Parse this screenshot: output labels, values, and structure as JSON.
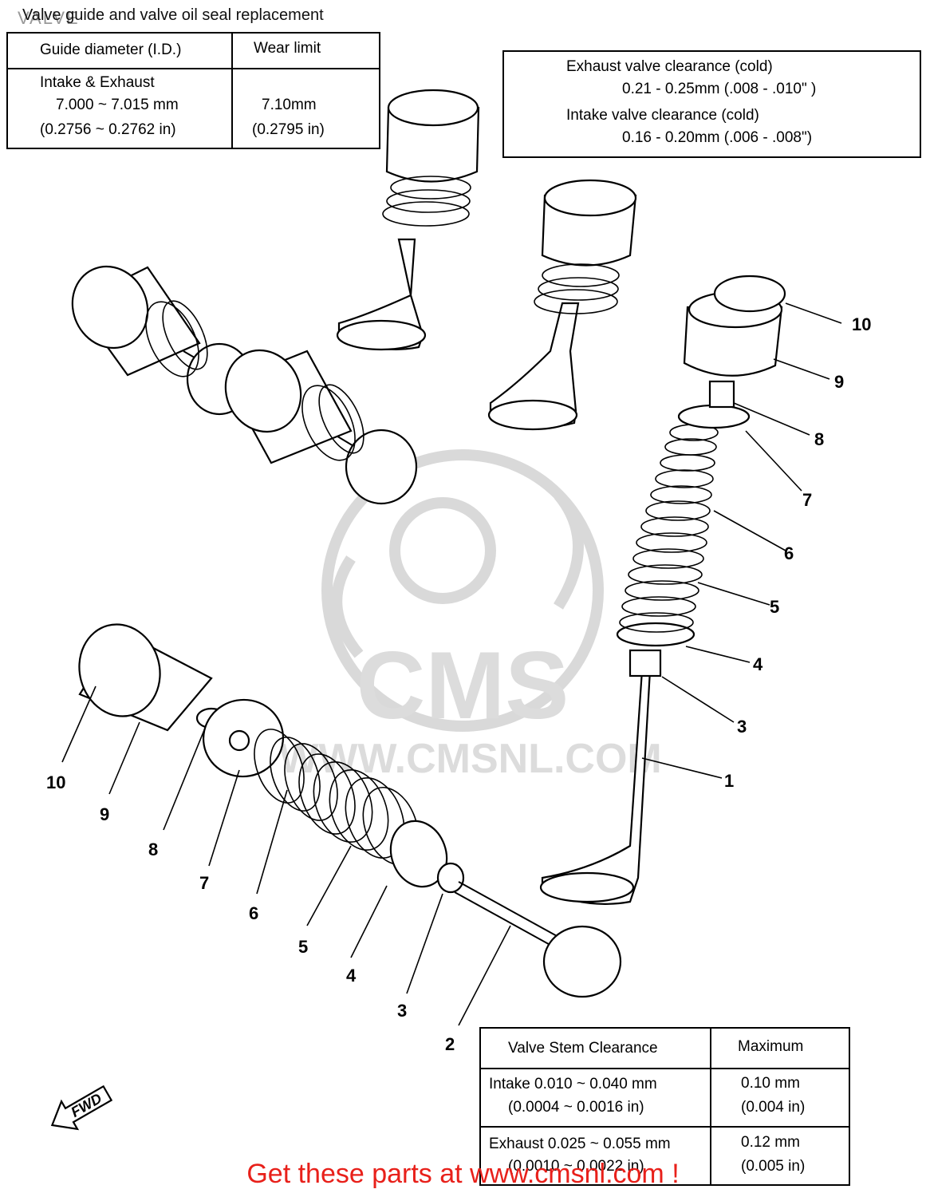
{
  "header": {
    "section_title": "VALVE",
    "subtitle": "Valve guide and valve oil seal replacement"
  },
  "guide_table": {
    "col1_header": "Guide diameter (I.D.)",
    "col2_header": "Wear limit",
    "row_label": "Intake & Exhaust",
    "row_value_mm": "7.000 ~ 7.015 mm",
    "row_value_in": "(0.2756 ~ 0.2762 in)",
    "limit_mm": "7.10mm",
    "limit_in": "(0.2795 in)"
  },
  "clearance_box": {
    "exhaust_label": "Exhaust valve clearance (cold)",
    "exhaust_value": "0.21 - 0.25mm (.008 - .010\" )",
    "intake_label": "Intake valve clearance (cold)",
    "intake_value": "0.16 - 0.20mm (.006 - .008\")"
  },
  "stem_table": {
    "col1_header": "Valve Stem Clearance",
    "col2_header": "Maximum",
    "intake_line1": "Intake 0.010 ~ 0.040 mm",
    "intake_line2": "(0.0004 ~ 0.0016 in)",
    "intake_max_mm": "0.10 mm",
    "intake_max_in": "(0.004 in)",
    "exhaust_line1": "Exhaust 0.025 ~ 0.055 mm",
    "exhaust_line2": "(0.0010 ~ 0.0022 in)",
    "exhaust_max_mm": "0.12 mm",
    "exhaust_max_in": "(0.005 in)"
  },
  "callouts_right": [
    "10",
    "9",
    "8",
    "7",
    "6",
    "5",
    "4",
    "3",
    "1"
  ],
  "callouts_left": [
    "10",
    "9",
    "8",
    "7",
    "6",
    "5",
    "4",
    "3",
    "2"
  ],
  "fwd_label": "FWD",
  "watermark": {
    "logo": "CMS",
    "url": "WWW.CMSNL.COM"
  },
  "footer": {
    "text": "Get these parts at www.cmsnl.com !"
  },
  "colors": {
    "footer": "#e8201a",
    "line": "#000000",
    "watermark": "#d9d9d9"
  }
}
